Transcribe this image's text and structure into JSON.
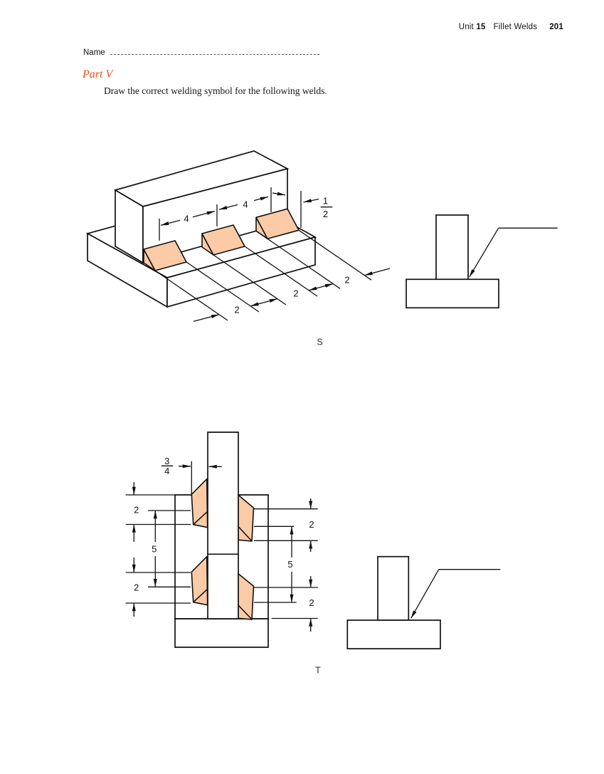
{
  "header": {
    "unit_label": "Unit",
    "unit_number": "15",
    "section_title": "Fillet Welds",
    "page_number": "201"
  },
  "name_field": {
    "label": "Name"
  },
  "part": {
    "title": "Part V",
    "instruction": "Draw the correct welding symbol for the following welds."
  },
  "figure_s": {
    "label": "S",
    "dims": {
      "pitch_1": "4",
      "pitch_2": "4",
      "size_numerator": "1",
      "size_denominator": "2",
      "length_1": "2",
      "length_2": "2",
      "length_3": "2"
    }
  },
  "figure_t": {
    "label": "T",
    "dims": {
      "size_numerator": "3",
      "size_denominator": "4",
      "left_length_top": "2",
      "left_pitch": "5",
      "left_length_bottom": "2",
      "right_length_top": "2",
      "right_pitch": "5",
      "right_length_bottom": "2"
    }
  },
  "colors": {
    "weld_fill": "#FACBA6",
    "accent": "#E8531F",
    "line": "#111111"
  }
}
